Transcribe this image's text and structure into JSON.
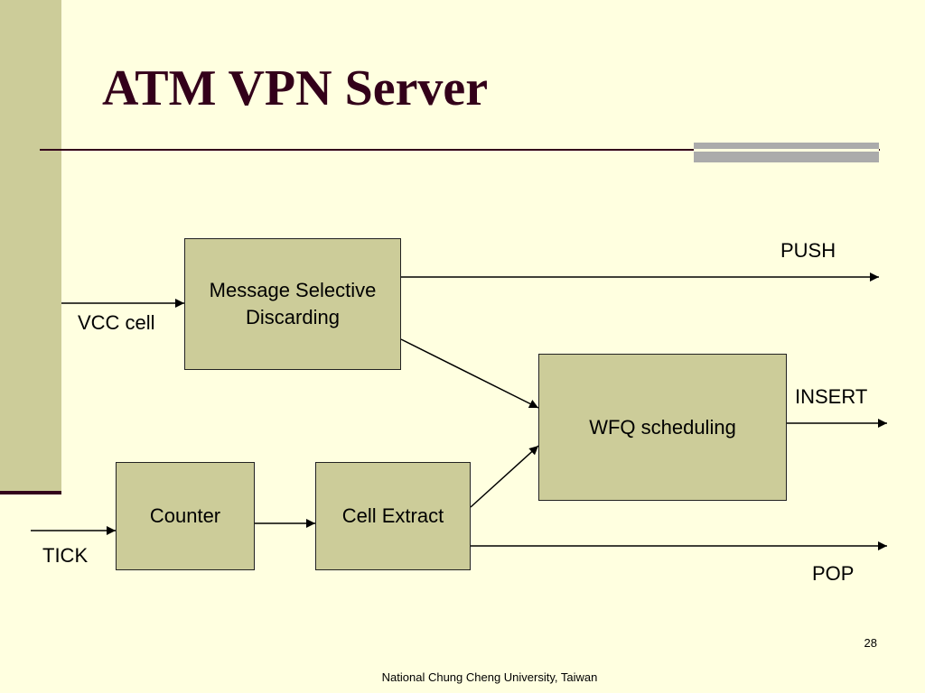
{
  "slide": {
    "title": "ATM VPN Server",
    "page_number": "28",
    "footer": "National Chung Cheng University, Taiwan"
  },
  "diagram": {
    "nodes": {
      "msd": "Message Selective Discarding",
      "wfq": "WFQ scheduling",
      "counter": "Counter",
      "cell_extract": "Cell Extract"
    },
    "labels": {
      "vcc_cell": "VCC cell",
      "tick": "TICK",
      "push": "PUSH",
      "insert": "INSERT",
      "pop": "POP"
    },
    "edges": [
      {
        "from": "VCC cell",
        "to": "Message Selective Discarding"
      },
      {
        "from": "Message Selective Discarding",
        "to": "PUSH"
      },
      {
        "from": "Message Selective Discarding",
        "to": "WFQ scheduling"
      },
      {
        "from": "TICK",
        "to": "Counter"
      },
      {
        "from": "Counter",
        "to": "Cell Extract"
      },
      {
        "from": "Cell Extract",
        "to": "WFQ scheduling"
      },
      {
        "from": "Cell Extract",
        "to": "POP"
      },
      {
        "from": "WFQ scheduling",
        "to": "INSERT"
      }
    ]
  },
  "colors": {
    "background": "#FFFFE0",
    "box_fill": "#CCCC99",
    "title": "#33001A",
    "sidebar": "#CCCC99"
  }
}
